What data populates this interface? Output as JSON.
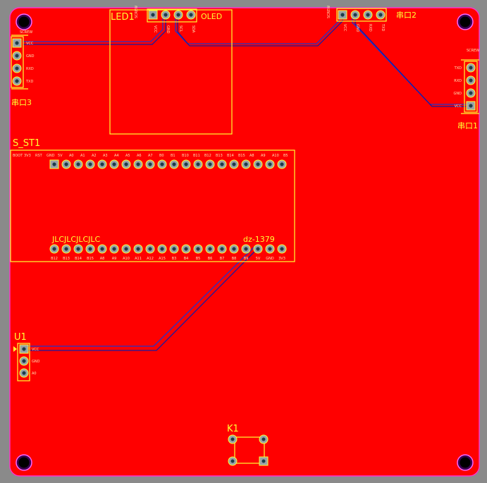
{
  "board": {
    "colors": {
      "copper": "#ff0000",
      "silk": "#ffff33",
      "trace": "#2233cc",
      "outline": "#ff33cc",
      "pad": "#9aa3a8",
      "hole": "#1d3d4a"
    }
  },
  "components": {
    "led1": {
      "ref": "LED1",
      "name": "OLED",
      "pins": [
        "VCC",
        "GND",
        "SCL",
        "SDA"
      ],
      "tag": "SCREW"
    },
    "port2": {
      "ref": "串口2",
      "pins": [
        "VCC",
        "GND",
        "RXD",
        "TXD"
      ],
      "tag": "SCREW"
    },
    "port3": {
      "ref": "串口3",
      "pins": [
        "VCC",
        "GND",
        "RXD",
        "TXD"
      ],
      "tag": "SCREW"
    },
    "port1": {
      "ref": "串口1",
      "pins": [
        "TXD",
        "RXD",
        "GND",
        "VCC"
      ],
      "tag": "SCREW"
    },
    "mcu": {
      "ref": "S_ST1",
      "top_pins": [
        "BOOT",
        "3V3",
        "RST",
        "GND",
        "5V",
        "A0",
        "A1",
        "A2",
        "A3",
        "A4",
        "A5",
        "A6",
        "A7",
        "B0",
        "B1",
        "B10",
        "B11",
        "B12",
        "B13",
        "B14",
        "B15",
        "A8",
        "A9",
        "A10",
        "B5"
      ],
      "bottom_pins": [
        "B12",
        "B13",
        "B14",
        "B15",
        "A8",
        "A9",
        "A10",
        "A11",
        "A12",
        "A15",
        "B3",
        "B4",
        "B5",
        "B6",
        "B7",
        "B8",
        "B9",
        "5V",
        "GND",
        "3V3"
      ],
      "text_left": "JLCJLCJLCJLC",
      "text_right": "dz-1379"
    },
    "u1": {
      "ref": "U1",
      "pins": [
        "VCC",
        "GND",
        "A0"
      ]
    },
    "k1": {
      "ref": "K1"
    }
  }
}
